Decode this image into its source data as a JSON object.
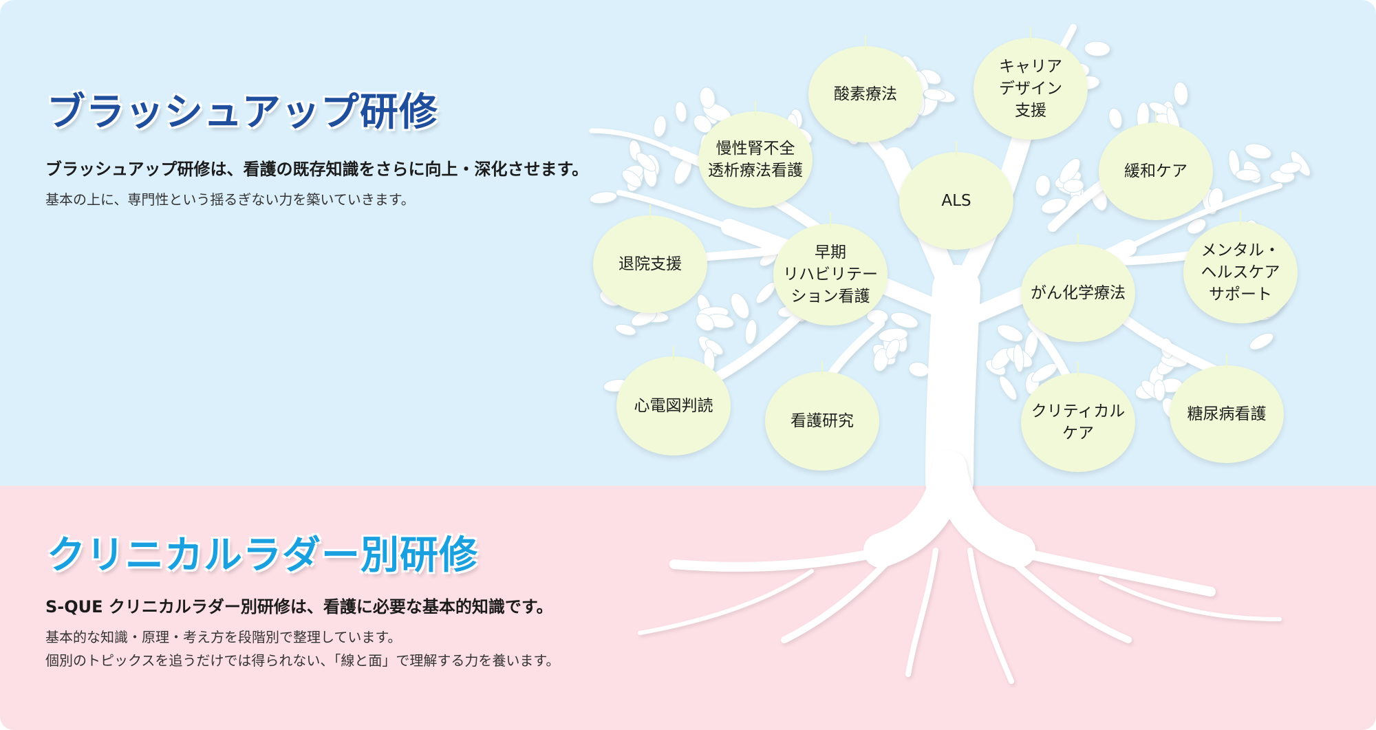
{
  "brushup": {
    "title": "ブラッシュアップ研修",
    "lead": "ブラッシュアップ研修は、看護の既存知識をさらに向上・深化させます。",
    "sub": "基本の上に、専門性という揺るぎない力を築いていきます。"
  },
  "ladder": {
    "title": "クリニカルラダー別研修",
    "lead": "S-QUE クリニカルラダー別研修は、看護に必要な基本的知識です。",
    "sub1": "基本的な知識・原理・考え方を段階別で整理しています。",
    "sub2": "個別のトピックスを追うだけでは得られない、「線と面」で理解する力を養います。"
  },
  "fruits": [
    "酸素療法",
    "キャリア\nデザイン\n支援",
    "慢性腎不全\n透析療法看護",
    "ALS",
    "緩和ケア",
    "退院支援",
    "早期\nリハビリテー\nション看護",
    "がん化学療法",
    "メンタル・\nヘルスケア\nサポート",
    "心電図判読",
    "看護研究",
    "クリティカル\nケア",
    "糖尿病看護"
  ],
  "colors": {
    "top_background": "#dcf0fb",
    "bottom_background": "#fde0e6",
    "title_top": "#1e4e9c",
    "title_bottom": "#1aa0de",
    "fruit": "#f2f9d8",
    "tree": "#ffffff"
  }
}
